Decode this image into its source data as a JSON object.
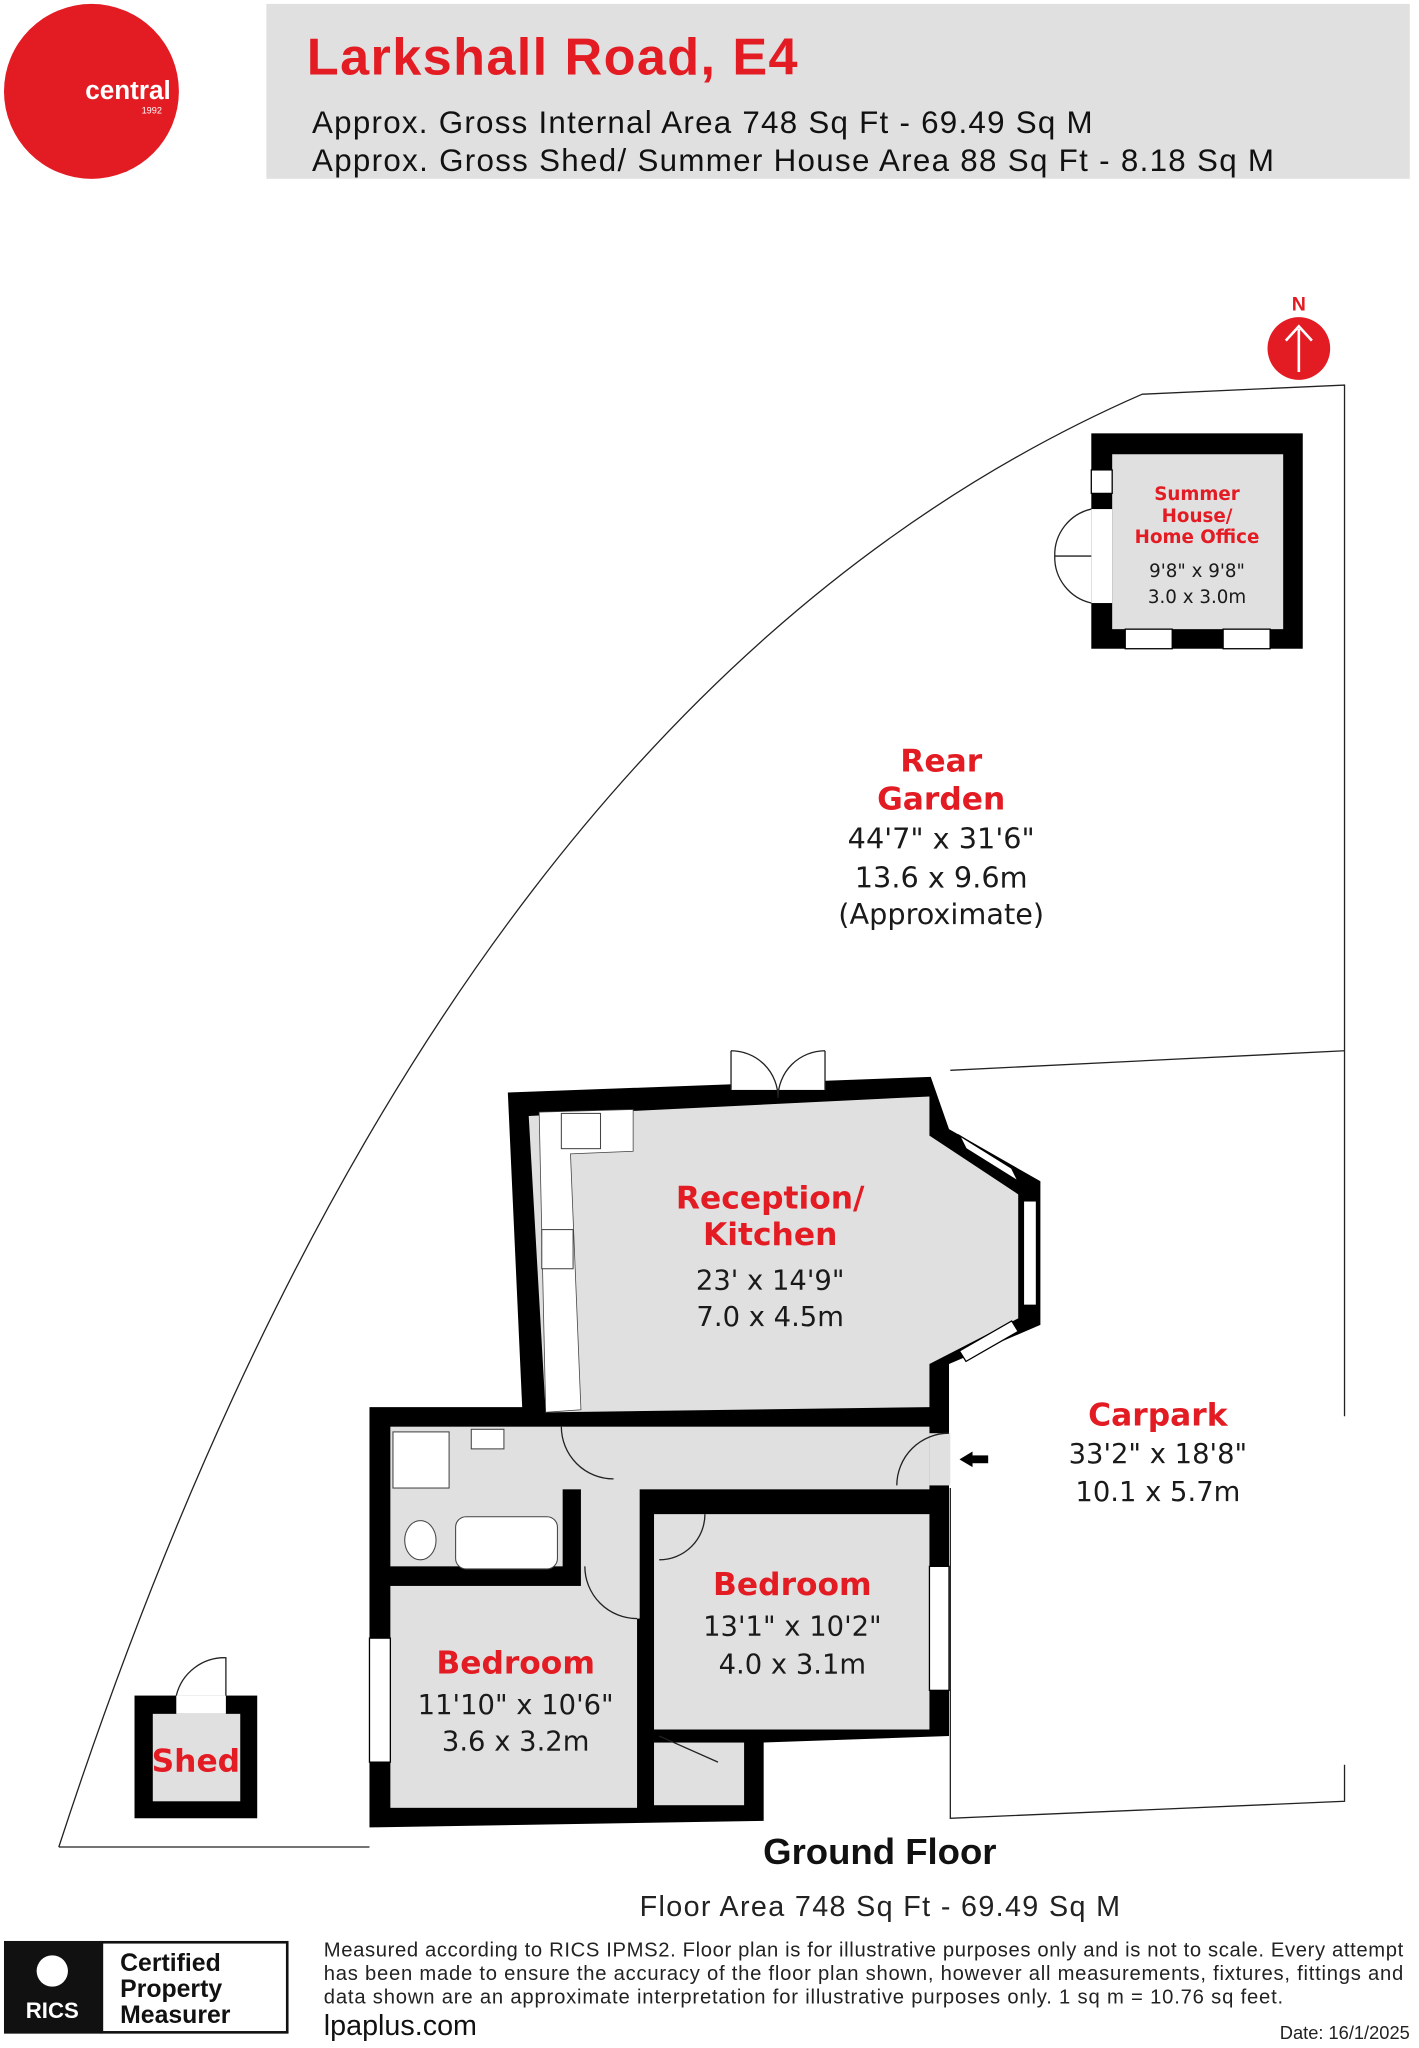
{
  "header": {
    "logo_text": "central",
    "logo_year": "1992",
    "title": "Larkshall Road, E4",
    "gross_internal_area": "Approx. Gross Internal Area 748 Sq Ft - 69.49 Sq M",
    "gross_shed_area": "Approx. Gross Shed/ Summer House Area 88 Sq Ft - 8.18 Sq M"
  },
  "compass": {
    "label": "N"
  },
  "rooms": {
    "summer_house": {
      "name_1": "Summer",
      "name_2": "House/",
      "name_3": "Home Office",
      "imperial": "9'8\" x 9'8\"",
      "metric": "3.0 x 3.0m"
    },
    "rear_garden": {
      "name_1": "Rear",
      "name_2": "Garden",
      "imperial": "44'7\" x 31'6\"",
      "metric": "13.6 x 9.6m",
      "note": "(Approximate)"
    },
    "reception": {
      "name_1": "Reception/",
      "name_2": "Kitchen",
      "imperial": "23' x 14'9\"",
      "metric": "7.0 x 4.5m"
    },
    "carpark": {
      "name": "Carpark",
      "imperial": "33'2\" x 18'8\"",
      "metric": "10.1 x 5.7m"
    },
    "bedroom_2": {
      "name": "Bedroom",
      "imperial": "13'1\" x 10'2\"",
      "metric": "4.0 x 3.1m"
    },
    "bedroom_1": {
      "name": "Bedroom",
      "imperial": "11'10\" x 10'6\"",
      "metric": "3.6 x 3.2m"
    },
    "shed": {
      "name": "Shed"
    }
  },
  "floor": {
    "title": "Ground Floor",
    "area": "Floor Area 748 Sq Ft - 69.49 Sq M"
  },
  "footer": {
    "rics_logo": "RICS",
    "badge_1": "Certified",
    "badge_2": "Property",
    "badge_3": "Measurer",
    "disclaimer_1": "Measured according to RICS IPMS2. Floor plan is for illustrative purposes only and is not to scale. Every attempt",
    "disclaimer_2": "has been made to ensure the accuracy of the floor plan shown, however all measurements, fixtures, fittings and",
    "disclaimer_3": "data shown are an approximate interpretation for illustrative purposes only. 1 sq m = 10.76 sq feet.",
    "website": "lpaplus.com",
    "date": "Date: 16/1/2025"
  },
  "colors": {
    "brand_red": "#e31b23",
    "header_gray": "#e0e0e0",
    "floor_gray": "#e0e0e0"
  }
}
